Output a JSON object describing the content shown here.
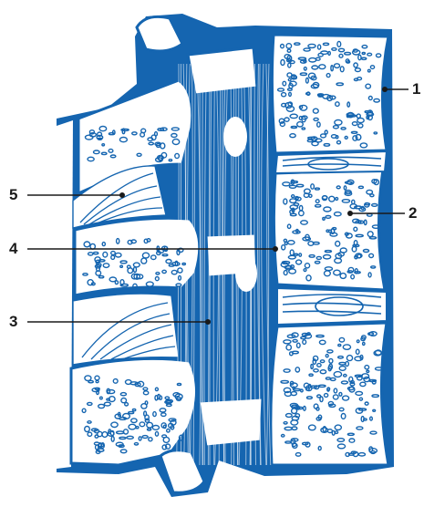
{
  "figure": {
    "colors": {
      "ink": "#1565b0",
      "bone": "#ffffff",
      "label": "#1a1a1a",
      "background": "#ffffff"
    },
    "labels": [
      {
        "id": "1",
        "text": "1"
      },
      {
        "id": "2",
        "text": "2"
      },
      {
        "id": "3",
        "text": "3"
      },
      {
        "id": "4",
        "text": "4"
      },
      {
        "id": "5",
        "text": "5"
      }
    ]
  }
}
